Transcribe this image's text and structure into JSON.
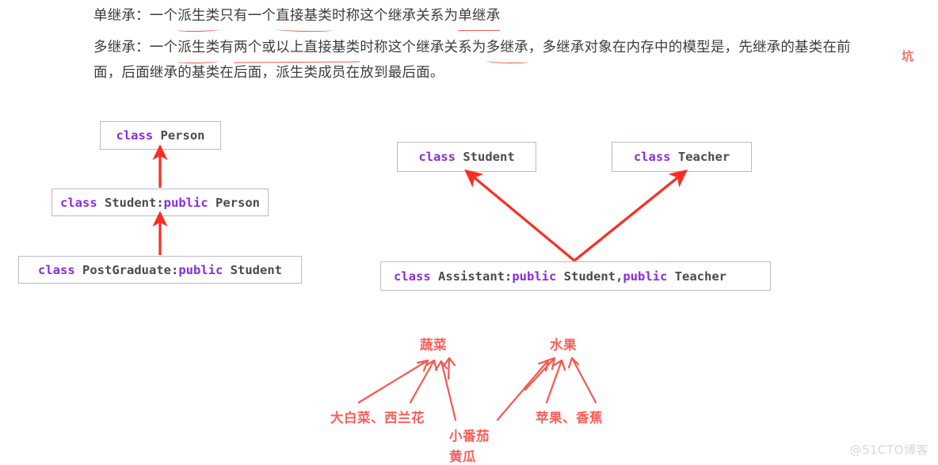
{
  "document": {
    "paragraphs": [
      {
        "id": "single-inheritance",
        "segments": [
          {
            "text": "单继承：一个",
            "underline": false
          },
          {
            "text": "派生类",
            "underline": true
          },
          {
            "text": "只有一个",
            "underline": false
          },
          {
            "text": "直接基类",
            "underline": true
          },
          {
            "text": "时称这个继承关系为",
            "underline": false
          },
          {
            "text": "单继承",
            "underline": true
          }
        ],
        "plain": "单继承：一个派生类只有一个直接基类时称这个继承关系为单继承"
      },
      {
        "id": "multiple-inheritance",
        "segments": [
          {
            "text": "多继承：一个",
            "underline": false
          },
          {
            "text": "派生类",
            "underline": true
          },
          {
            "text": "有",
            "underline": false
          },
          {
            "text": "两个或以上直接基类",
            "underline": true
          },
          {
            "text": "时称这个继承关系为",
            "underline": false
          },
          {
            "text": "多继承",
            "underline": true
          },
          {
            "text": "，多继承对象在内存中的模型是，先继承的基类在前面，后面继承的基类在后面，派生类成员在放到最后面。",
            "underline": false
          }
        ],
        "plain": "多继承：一个派生类有两个或以上直接基类时称这个继承关系为多继承，多继承对象在内存中的模型是，先继承的基类在前面，后面继承的基类在后面，派生类成员在放到最后面。"
      }
    ],
    "margin_note": "坑",
    "watermark": "@51CTO博客"
  },
  "single_inheritance_diagram": {
    "title": "single inheritance chain",
    "boxes": [
      {
        "id": "person",
        "keyword1": "class",
        "rest1": " Person",
        "keyword2": "",
        "rest2": ""
      },
      {
        "id": "student",
        "keyword1": "class",
        "rest1": " Student:",
        "keyword2": "public",
        "rest2": " Person"
      },
      {
        "id": "postgraduate",
        "keyword1": "class",
        "rest1": " PostGraduate:",
        "keyword2": "public",
        "rest2": " Student"
      }
    ],
    "arrows": [
      "postgraduate->student",
      "student->person"
    ]
  },
  "multiple_inheritance_diagram": {
    "title": "multiple inheritance",
    "boxes": [
      {
        "id": "student",
        "keyword1": "class",
        "rest1": " Student",
        "keyword2": "",
        "rest2": "",
        "keyword3": "",
        "rest3": ""
      },
      {
        "id": "teacher",
        "keyword1": "class",
        "rest1": " Teacher",
        "keyword2": "",
        "rest2": "",
        "keyword3": "",
        "rest3": ""
      },
      {
        "id": "assistant",
        "keyword1": "class",
        "rest1": " Assistant:",
        "keyword2": "public",
        "rest2": " Student,",
        "keyword3": "public",
        "rest3": " Teacher"
      }
    ],
    "arrows": [
      "assistant->student",
      "assistant->teacher"
    ]
  },
  "analogy_diagram": {
    "title": "vegetable / fruit analogy",
    "parents": [
      {
        "id": "vegetable",
        "label": "蔬菜"
      },
      {
        "id": "fruit",
        "label": "水果"
      }
    ],
    "children": [
      {
        "id": "cabbage-broccoli",
        "label": "大白菜、西兰花",
        "parents": [
          "vegetable"
        ]
      },
      {
        "id": "tomato-cucumber-1",
        "label": "小番茄",
        "parents": [
          "vegetable",
          "fruit"
        ]
      },
      {
        "id": "tomato-cucumber-2",
        "label": "黄瓜",
        "parents": [
          "vegetable",
          "fruit"
        ]
      },
      {
        "id": "apple-banana",
        "label": "苹果、香蕉",
        "parents": [
          "fruit"
        ]
      }
    ]
  },
  "colors": {
    "arrow_red": "#fb2d21",
    "annotation_red": "#fb5e58",
    "keyword_purple": "#8a2be2",
    "identifier_gray": "#4a4a52",
    "box_border": "#b9b9cf",
    "text_gray": "#3c3c3c",
    "watermark_gray": "#d8d8d8"
  }
}
